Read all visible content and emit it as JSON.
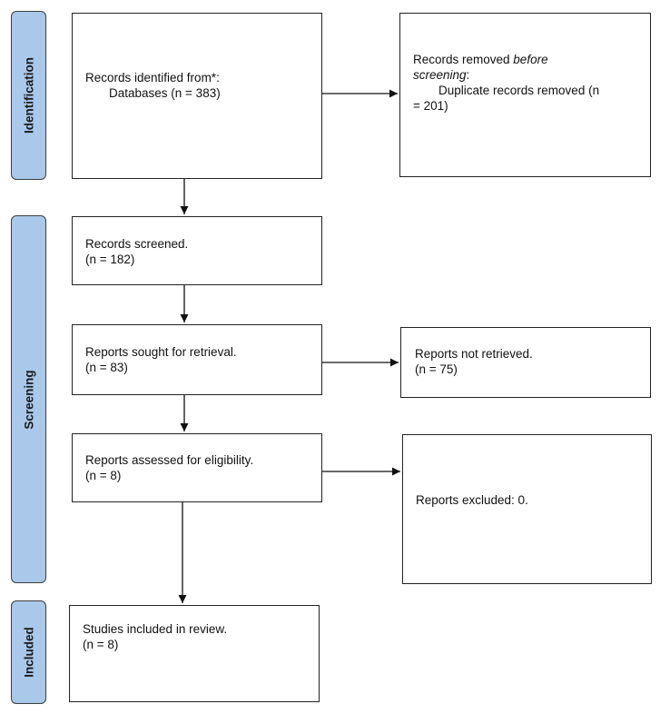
{
  "phases": {
    "identification": "Identification",
    "screening": "Screening",
    "included": "Included"
  },
  "boxes": {
    "identified": {
      "line1": "Records identified from*:",
      "line2": "Databases (n = 383)"
    },
    "removed": {
      "line1_a": "Records removed ",
      "line1_b": "before",
      "line2_a": "screening",
      "line2_b": ":",
      "line3": "Duplicate records removed (n",
      "line4": "= 201)"
    },
    "screened": {
      "line1": "Records screened.",
      "line2": "(n = 182)"
    },
    "sought": {
      "line1": "Reports sought for retrieval.",
      "line2": "(n = 83)"
    },
    "not_retrieved": {
      "line1": "Reports not retrieved.",
      "line2": "(n = 75)"
    },
    "assessed": {
      "line1": "Reports assessed for eligibility.",
      "line2": "(n = 8)"
    },
    "excluded": {
      "line1": "Reports excluded: 0."
    },
    "included": {
      "line1": "Studies included in review.",
      "line2": "(n = 8)"
    }
  }
}
